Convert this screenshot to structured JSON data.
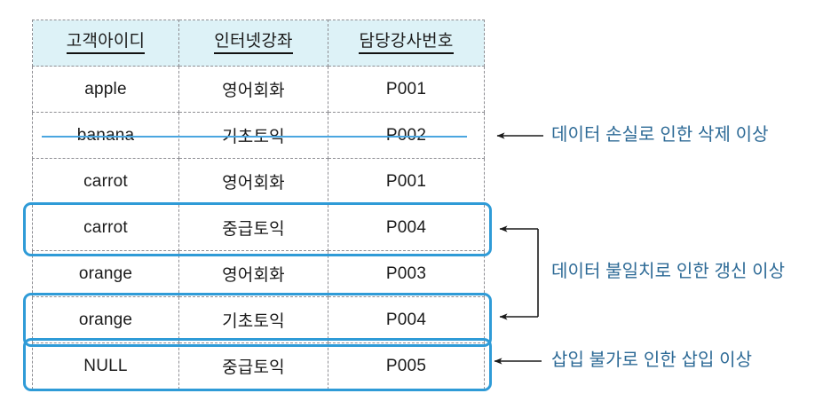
{
  "diagram": {
    "title": "Database anomaly illustration table",
    "accent_blue": "#2f9bd7",
    "strike_blue": "#4aa6e0",
    "header_fill": "#ddf2f7",
    "annotation_text_color": "#2d6a96",
    "border_color": "#8e8e93"
  },
  "table": {
    "columns": [
      {
        "key": "customer_id",
        "label": "고객아이디"
      },
      {
        "key": "internet_course",
        "label": "인터넷강좌"
      },
      {
        "key": "instructor_no",
        "label": "담당강사번호"
      }
    ],
    "rows": [
      {
        "customer_id": "apple",
        "internet_course": "영어회화",
        "instructor_no": "P001",
        "state": "normal"
      },
      {
        "customer_id": "banana",
        "internet_course": "기초토익",
        "instructor_no": "P002",
        "state": "struck-through"
      },
      {
        "customer_id": "carrot",
        "internet_course": "영어회화",
        "instructor_no": "P001",
        "state": "normal"
      },
      {
        "customer_id": "carrot",
        "internet_course": "중급토익",
        "instructor_no": "P004",
        "state": "highlighted"
      },
      {
        "customer_id": "orange",
        "internet_course": "영어회화",
        "instructor_no": "P003",
        "state": "normal"
      },
      {
        "customer_id": "orange",
        "internet_course": "기초토익",
        "instructor_no": "P004",
        "state": "highlighted"
      },
      {
        "customer_id": "NULL",
        "internet_course": "중급토익",
        "instructor_no": "P005",
        "state": "highlighted"
      }
    ]
  },
  "annotations": {
    "delete_anomaly": "데이터 손실로 인한 삭제 이상",
    "update_anomaly": "데이터 불일치로 인한 갱신 이상",
    "insert_anomaly": "삽입 불가로 인한 삽입 이상"
  }
}
